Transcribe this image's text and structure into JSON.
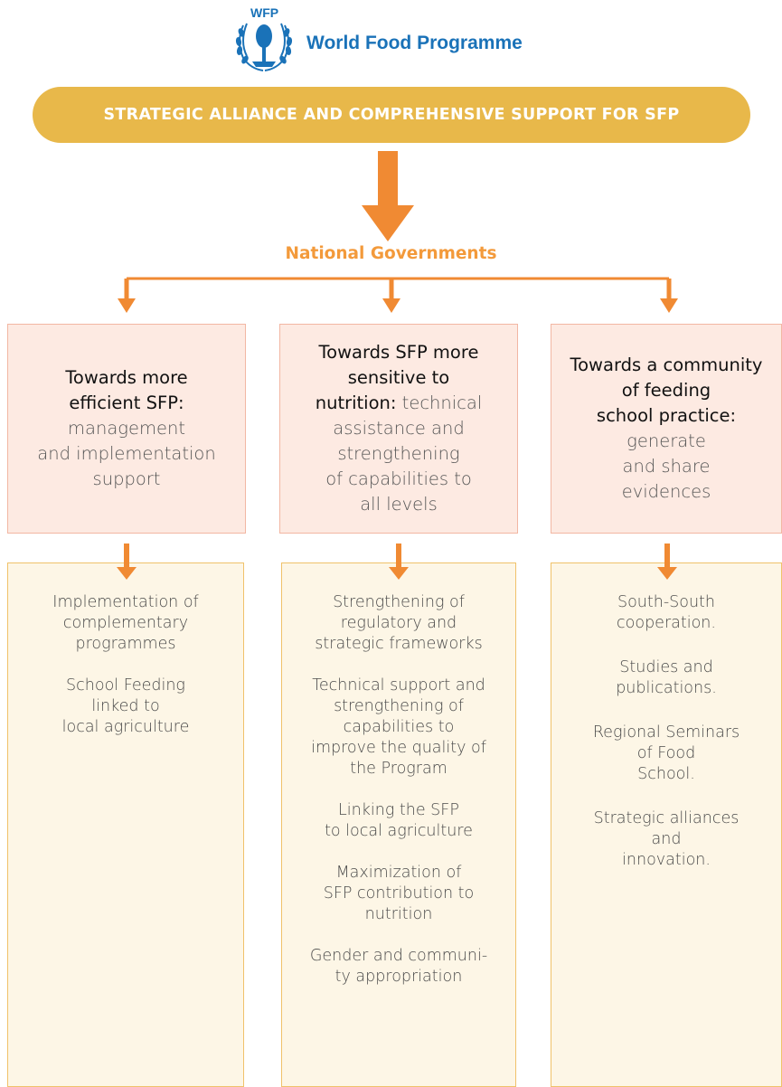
{
  "logo": {
    "short": "WFP",
    "name": "World Food Programme"
  },
  "banner": {
    "text": "STRATEGIC ALLIANCE AND COMPREHENSIVE SUPPORT FOR SFP"
  },
  "hub": {
    "label": "National Governments"
  },
  "columns": [
    {
      "title_lines": [
        "Towards more",
        "efficient SFP:"
      ],
      "desc_lines": [
        "management",
        "and implementation",
        "support"
      ],
      "items": [
        [
          "Implementation of",
          "complementary",
          "programmes"
        ],
        [
          "School Feeding",
          "linked to",
          "local agriculture"
        ]
      ]
    },
    {
      "title_lines": [
        "Towards SFP more",
        "sensitive to",
        "nutrition:"
      ],
      "desc_lines": [
        "technical",
        "assistance and",
        "strengthening",
        "of capabilities to",
        "all levels"
      ],
      "items": [
        [
          "Strengthening of",
          "regulatory and",
          "strategic frameworks"
        ],
        [
          "Technical support and",
          "strengthening of",
          "capabilities to",
          "improve the quality of",
          "the Program"
        ],
        [
          "Linking the SFP",
          "to local agriculture"
        ],
        [
          "Maximization of",
          "SFP contribution to",
          "nutrition"
        ],
        [
          "Gender and communi-",
          "ty appropriation"
        ]
      ]
    },
    {
      "title_lines": [
        "Towards a community",
        "of feeding",
        "school practice:"
      ],
      "desc_lines": [
        "generate",
        "and share",
        "evidences"
      ],
      "items": [
        [
          "South-South",
          "cooperation."
        ],
        [
          "Studies and",
          "publications."
        ],
        [
          "Regional Seminars",
          "of Food",
          "School."
        ],
        [
          "Strategic alliances",
          "and",
          "innovation."
        ]
      ]
    }
  ],
  "colors": {
    "banner": "#e8b84a",
    "arrow": "#f08a33",
    "top_box_fill": "#fdeae2",
    "top_box_border": "#f2b7a3",
    "bottom_box_fill": "#fdf6e6",
    "bottom_box_border": "#f0c26a",
    "logo_blue": "#1a72b8"
  }
}
